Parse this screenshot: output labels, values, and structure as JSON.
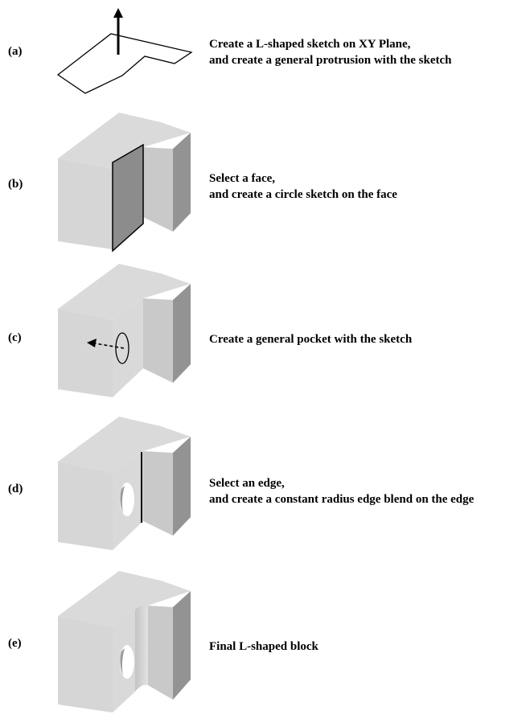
{
  "steps": [
    {
      "label": "(a)",
      "lines": [
        "Create a L-shaped sketch on XY Plane,",
        "and create a general protrusion with the sketch"
      ],
      "figure": "l-shaped-sketch-with-extrude-arrow"
    },
    {
      "label": "(b)",
      "lines": [
        "Select a face,",
        "and create a circle sketch on the face"
      ],
      "figure": "l-block-with-selected-face"
    },
    {
      "label": "(c)",
      "lines": [
        "Create a general pocket with the sketch"
      ],
      "figure": "l-block-with-circle-sketch-and-pocket-arrow"
    },
    {
      "label": "(d)",
      "lines": [
        "Select an edge,",
        "and create a constant radius edge blend on the edge"
      ],
      "figure": "l-block-with-hole-and-selected-edge"
    },
    {
      "label": "(e)",
      "lines": [
        "Final L-shaped block"
      ],
      "figure": "final-l-block-with-hole-and-fillet"
    }
  ],
  "colors": {
    "top_face": "#dadada",
    "front_face": "#d6d6d6",
    "right_face": "#939393",
    "inner_wall": "#c9c9c9",
    "selected_face": "#8c8c8c",
    "outline": "#000000"
  }
}
